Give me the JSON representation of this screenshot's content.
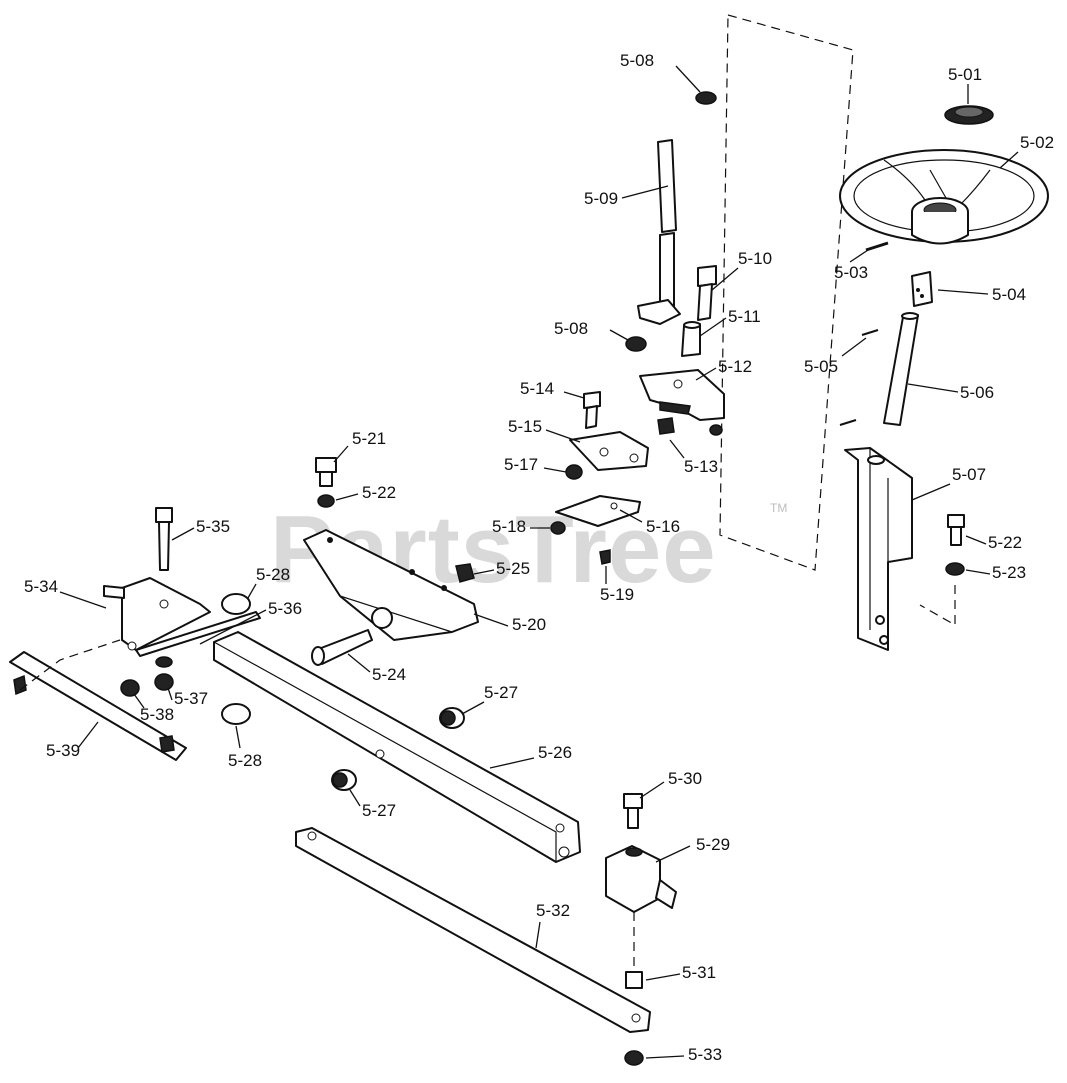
{
  "watermark": {
    "text": "PartsTree",
    "trademark": "TM"
  },
  "parts": [
    {
      "id": "5-01"
    },
    {
      "id": "5-02"
    },
    {
      "id": "5-03"
    },
    {
      "id": "5-04"
    },
    {
      "id": "5-05"
    },
    {
      "id": "5-06"
    },
    {
      "id": "5-07"
    },
    {
      "id": "5-08"
    },
    {
      "id": "5-08"
    },
    {
      "id": "5-09"
    },
    {
      "id": "5-10"
    },
    {
      "id": "5-11"
    },
    {
      "id": "5-12"
    },
    {
      "id": "5-13"
    },
    {
      "id": "5-14"
    },
    {
      "id": "5-15"
    },
    {
      "id": "5-16"
    },
    {
      "id": "5-17"
    },
    {
      "id": "5-18"
    },
    {
      "id": "5-19"
    },
    {
      "id": "5-20"
    },
    {
      "id": "5-21"
    },
    {
      "id": "5-22"
    },
    {
      "id": "5-22"
    },
    {
      "id": "5-23"
    },
    {
      "id": "5-24"
    },
    {
      "id": "5-25"
    },
    {
      "id": "5-26"
    },
    {
      "id": "5-27"
    },
    {
      "id": "5-27"
    },
    {
      "id": "5-28"
    },
    {
      "id": "5-28"
    },
    {
      "id": "5-29"
    },
    {
      "id": "5-30"
    },
    {
      "id": "5-31"
    },
    {
      "id": "5-32"
    },
    {
      "id": "5-33"
    },
    {
      "id": "5-34"
    },
    {
      "id": "5-35"
    },
    {
      "id": "5-36"
    },
    {
      "id": "5-37"
    },
    {
      "id": "5-38"
    },
    {
      "id": "5-39"
    }
  ]
}
